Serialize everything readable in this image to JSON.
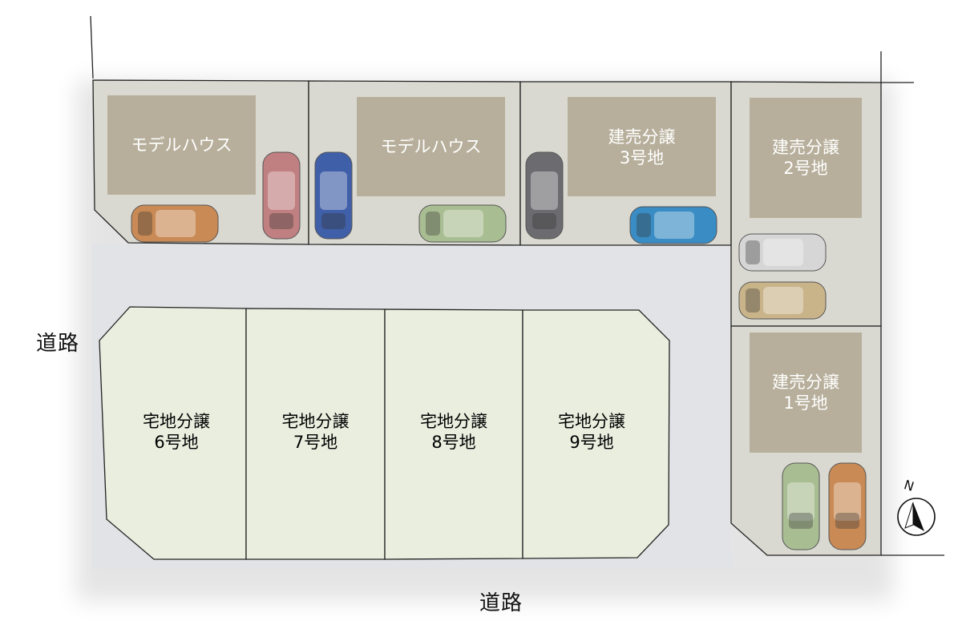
{
  "colors": {
    "road": "#e2e3e6",
    "built_lot": "#dad9d1",
    "building": "#b7af9b",
    "sale_lot": "#e9eedf",
    "outline": "#222222"
  },
  "roads": {
    "west_label": "道路",
    "south_label": "道路"
  },
  "compass": {
    "north_label": "N",
    "icon": "north-arrow-icon"
  },
  "north_lots": [
    {
      "id": "model-1",
      "label": "モデルハウス",
      "status": "built"
    },
    {
      "id": "model-2",
      "label": "モデルハウス",
      "status": "built"
    },
    {
      "id": "lot-3",
      "label": "建売分譲\n3号地",
      "status": "built"
    },
    {
      "id": "lot-2",
      "label": "建売分譲\n2号地",
      "status": "built"
    },
    {
      "id": "lot-1",
      "label": "建売分譲\n1号地",
      "status": "built"
    }
  ],
  "south_lots": [
    {
      "id": "lot-6",
      "label": "宅地分譲\n6号地",
      "status": "land"
    },
    {
      "id": "lot-7",
      "label": "宅地分譲\n7号地",
      "status": "land"
    },
    {
      "id": "lot-8",
      "label": "宅地分譲\n8号地",
      "status": "land"
    },
    {
      "id": "lot-9",
      "label": "宅地分譲\n9号地",
      "status": "land"
    }
  ],
  "cars": [
    {
      "color": "#c98a55"
    },
    {
      "color": "#a9bd93"
    },
    {
      "color": "#3a8cc4"
    },
    {
      "color": "#d6d6d6"
    },
    {
      "color": "#c9b48a"
    },
    {
      "color": "#c07f80"
    },
    {
      "color": "#3f5fa8"
    },
    {
      "color": "#6c6c70"
    },
    {
      "color": "#a9bd93"
    },
    {
      "color": "#c98a55"
    }
  ]
}
